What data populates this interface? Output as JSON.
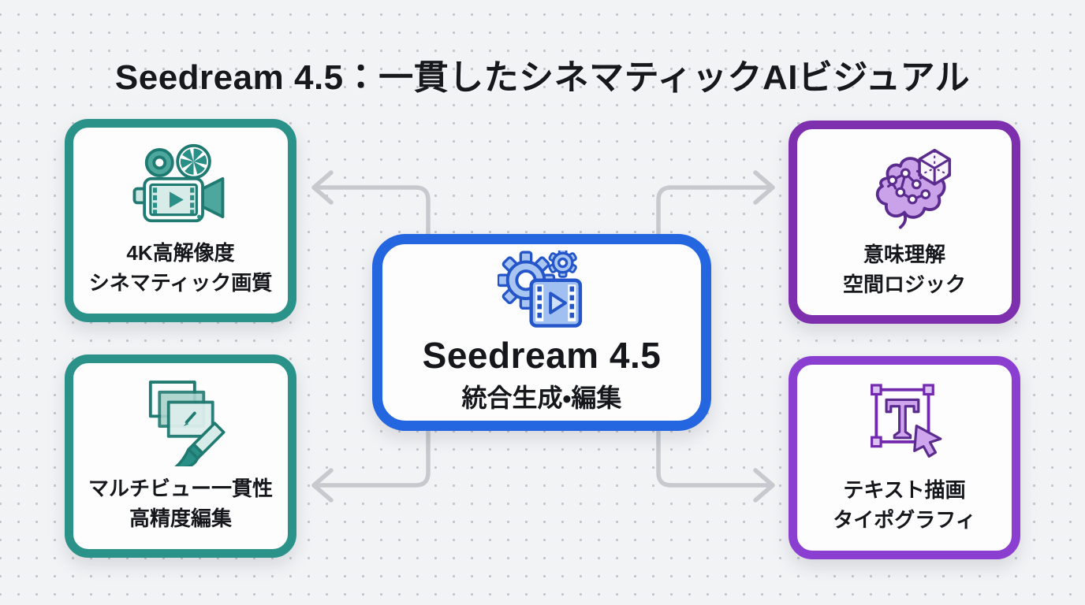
{
  "title": "Seedream 4.5：一貫したシネマティックAIビジュアル",
  "center_node": {
    "icon": "gears-film-icon",
    "title": "Seedream 4.5",
    "subtitle": "統合生成・編集",
    "border_color": "#2465e0"
  },
  "nodes": [
    {
      "id": "cinematic-quality",
      "position": "top-left",
      "icon": "movie-camera-icon",
      "line1": "4K高解像度",
      "line2": "シネマティック画質",
      "border_color": "#2a9289"
    },
    {
      "id": "semantic-understanding",
      "position": "top-right",
      "icon": "brain-cube-icon",
      "line1": "意味理解",
      "line2": "空間ロジック",
      "border_color": "#7d2fae"
    },
    {
      "id": "multiview-consistency",
      "position": "bottom-left",
      "icon": "layers-brush-icon",
      "line1": "マルチビュー一貫性",
      "line2": "高精度編集",
      "border_color": "#2a9289"
    },
    {
      "id": "text-rendering",
      "position": "bottom-right",
      "icon": "text-tool-icon",
      "line1": "テキスト描画",
      "line2": "タイポグラフィ",
      "border_color": "#8a3fd0"
    }
  ],
  "connectors": {
    "color": "#c6c9ce",
    "description": "four arrows from center node outward to each feature card"
  },
  "background": {
    "base_color": "#f2f3f5",
    "dot_color": "#c1c5cb"
  }
}
